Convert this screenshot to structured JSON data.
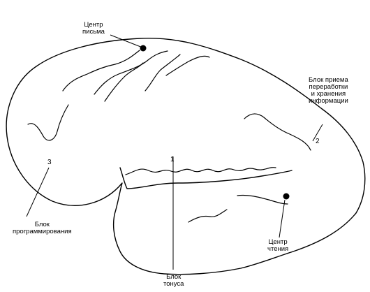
{
  "labels": {
    "writing_center": [
      "Центр",
      "письма"
    ],
    "reception_block": [
      "Блок приема",
      "переработки",
      "и хранения",
      "информации"
    ],
    "programming_block": [
      "Блок",
      "программирования"
    ],
    "reading_center": [
      "Центр",
      "чтения"
    ],
    "tonus_block": [
      "Блок",
      "тонуса"
    ]
  },
  "numbers": {
    "n1": "1",
    "n2": "2",
    "n3": "3"
  }
}
